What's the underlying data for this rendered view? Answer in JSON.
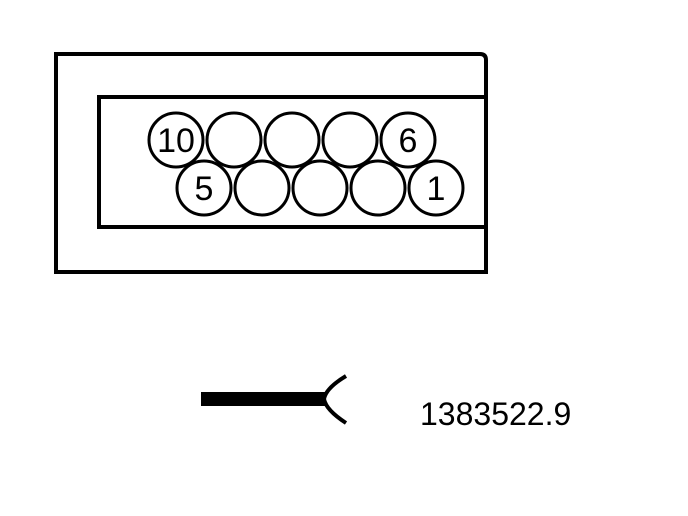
{
  "connector": {
    "top_row": [
      {
        "pin": 10,
        "label": "10"
      },
      {
        "pin": 9,
        "label": ""
      },
      {
        "pin": 8,
        "label": ""
      },
      {
        "pin": 7,
        "label": ""
      },
      {
        "pin": 6,
        "label": "6"
      }
    ],
    "bottom_row": [
      {
        "pin": 5,
        "label": "5"
      },
      {
        "pin": 4,
        "label": ""
      },
      {
        "pin": 3,
        "label": ""
      },
      {
        "pin": 2,
        "label": ""
      },
      {
        "pin": 1,
        "label": "1"
      }
    ]
  },
  "symbol": {
    "icon": "connector-terminal-symbol-icon"
  },
  "reference": {
    "number": "1383522.9"
  },
  "colors": {
    "line": "#000000",
    "background": "#ffffff"
  }
}
